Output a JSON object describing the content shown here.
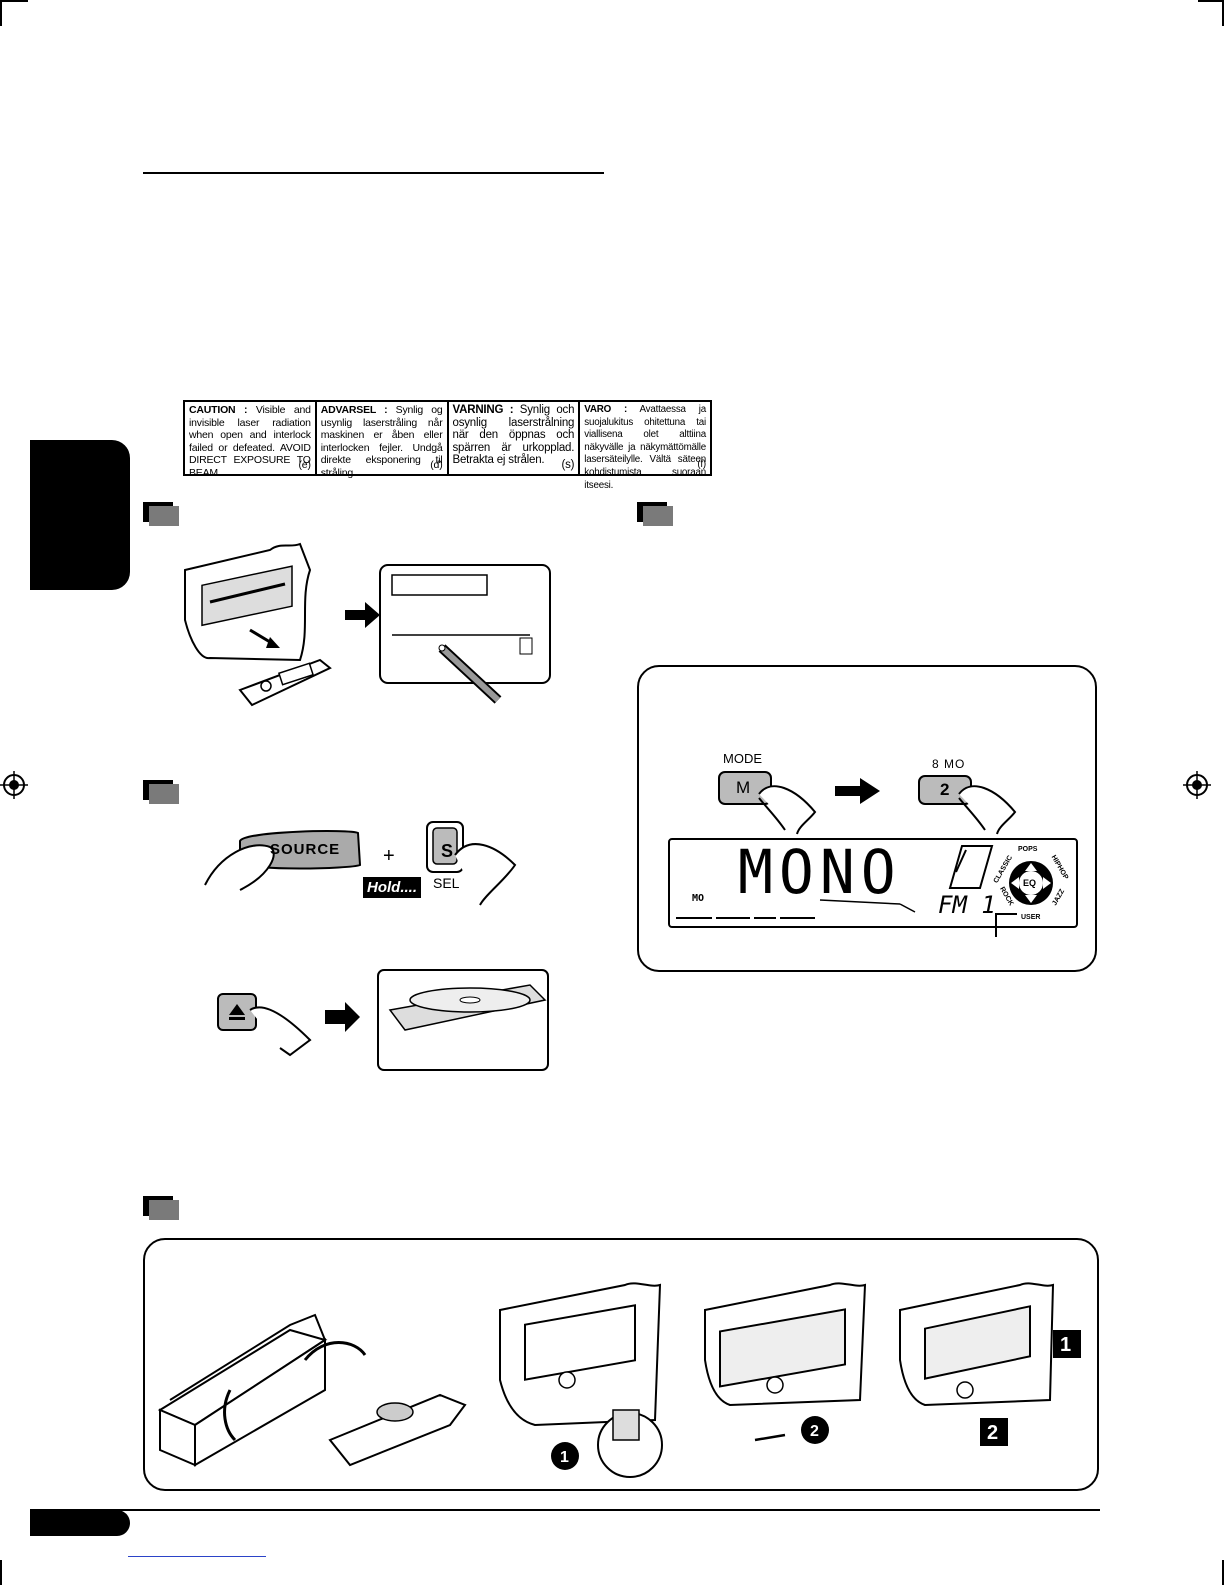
{
  "caution_label": [
    {
      "heading": "CAUTION :",
      "body": "Visible and invisible laser radiation when open and interlock failed or defeated. AVOID DIRECT EXPOSURE TO BEAM.",
      "code": "(e)"
    },
    {
      "heading": "ADVARSEL :",
      "body": "Synlig og usynlig laserstråling når maskinen er åben eller interlocken fejler. Undgå direkte eksponering til stråling.",
      "code": "(d)"
    },
    {
      "heading": "VARNING :",
      "body": "Synlig och osynlig laserstrålning när den öppnas och spärren är urkopplad. Betrakta ej strålen.",
      "code": "(s)"
    },
    {
      "heading": "VARO :",
      "body": "Avattaessa ja suojalukitus ohitettuna tai viallisena olet alttiina näkyvälle ja näkymättömälle lasersäteilylle. Vältä säteen kohdistumista suoraan itseesi.",
      "code": "(f)"
    }
  ],
  "reset_figure": {
    "source_button": "SOURCE",
    "plus": "+",
    "hold": "Hold....",
    "s_button": "S",
    "sel_label": "SEL"
  },
  "mono_figure": {
    "mode_label": "MODE",
    "m_button": "M",
    "preset_label": "8 MO",
    "preset_button": "2",
    "lcd_main": "MONO",
    "lcd_mo": "MO",
    "lcd_band": "FM 1",
    "eq_center": "EQ",
    "eq_labels": [
      "POPS",
      "HIPHOP",
      "JAZZ",
      "USER",
      "ROCK",
      "CLASSIC"
    ]
  },
  "detach_figure": {
    "step1": "1",
    "step2": "2"
  }
}
